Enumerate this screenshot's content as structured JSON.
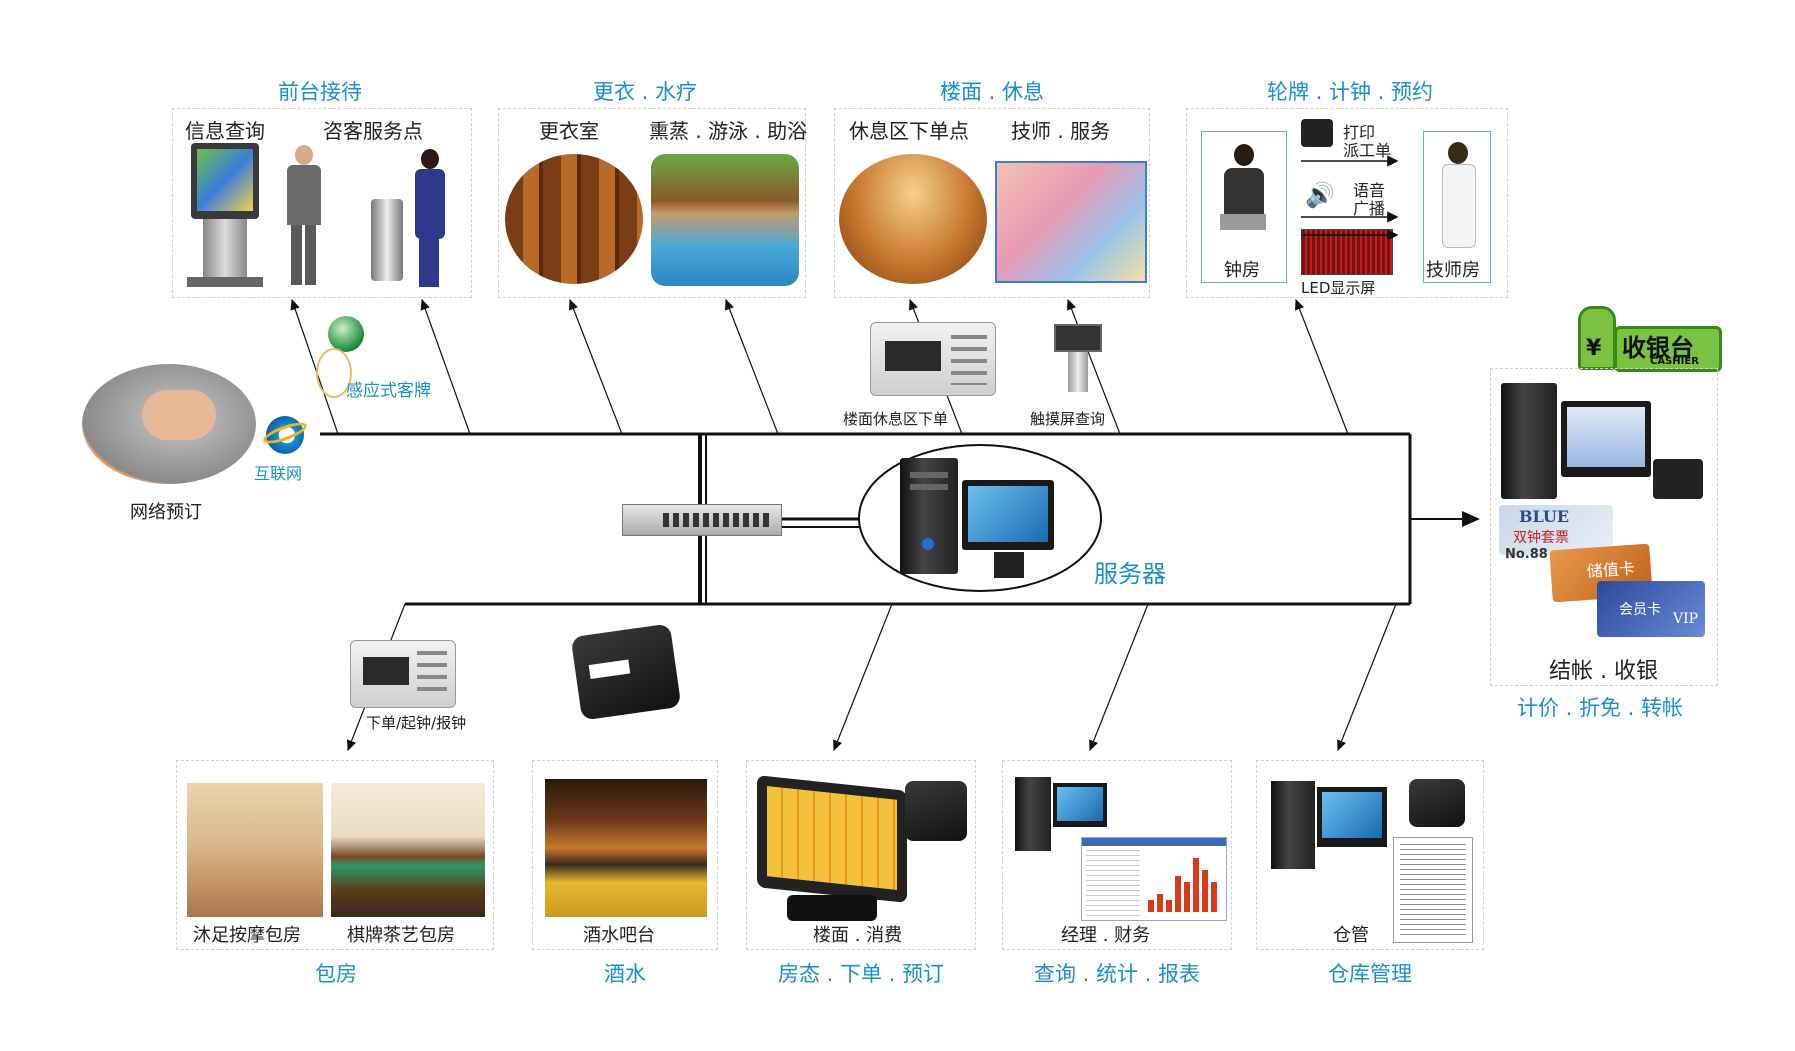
{
  "sections": {
    "front_desk": {
      "title": "前台接待",
      "items": [
        "信息查询",
        "咨客服务点"
      ]
    },
    "changing": {
      "title": "更衣 . 水疗",
      "items": [
        "更衣室",
        "熏蒸 . 游泳 . 助浴"
      ]
    },
    "floor": {
      "title": "楼面 . 休息",
      "items": [
        "休息区下单点",
        "技师 . 服务"
      ]
    },
    "rotation": {
      "title": "轮牌 . 计钟 . 预约",
      "items": [
        "钟房",
        "打印",
        "派工单",
        "语音",
        "广播",
        "LED显示屏",
        "技师房"
      ]
    },
    "private_room": {
      "title": "包房",
      "items": [
        "沐足按摩包房",
        "棋牌茶艺包房"
      ]
    },
    "drinks": {
      "title": "酒水",
      "items": [
        "酒水吧台"
      ]
    },
    "room_status": {
      "title": "房态 . 下单 . 预订",
      "items": [
        "楼面 . 消费"
      ]
    },
    "reports": {
      "title": "查询 . 统计 . 报表",
      "items": [
        "经理 . 财务"
      ]
    },
    "warehouse": {
      "title": "仓库管理",
      "items": [
        "仓管"
      ]
    },
    "cashier": {
      "badge": "收银台",
      "badge_sub": "CASHIER",
      "badge_symbol": "¥",
      "label": "结帐 . 收银",
      "subtitle": "计价 . 折免 . 转帐",
      "card_texts": [
        "BLUE",
        "双钟套票",
        "No.88",
        "储值卡",
        "会员卡",
        "VIP"
      ]
    }
  },
  "devices": {
    "rfid_tag": "感应式客牌",
    "internet": "互联网",
    "online_booking": "网络预订",
    "floor_terminal": "楼面休息区下单",
    "touch_query": "触摸屏查询",
    "room_terminal": "下单/起钟/报钟",
    "server": "服务器",
    "report_chart_values": [
      2,
      3,
      2,
      6,
      5,
      9,
      7,
      5
    ]
  },
  "colors": {
    "accent_blue": "#1a8fd0",
    "line": "#111111",
    "cashier_green": "#7cc242"
  },
  "icons": [
    "keyboard-hands-photo",
    "ie-icon",
    "network-switch-icon",
    "server-computer-icon",
    "receipt-printer-icon",
    "speaker-icon",
    "led-board-icon",
    "keypad-terminal-icon"
  ]
}
